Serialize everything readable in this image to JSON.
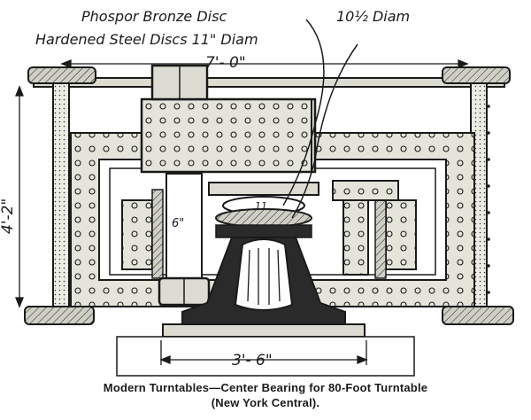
{
  "annotations": {
    "phosphor_bronze_disc": "Phospor Bronze Disc",
    "bronze_disc_diameter": "10½ Diam",
    "hardened_steel_discs": "Hardened Steel Discs 11\" Diam",
    "overall_width": "7'- 0\"",
    "overall_height": "4'-2\"",
    "pin_diameter": "6\"",
    "disc_mark": "11",
    "base_width": "3'- 6\""
  },
  "caption": {
    "line1": "Modern Turntables—Center Bearing for 80-Foot Turntable",
    "line2": "(New York Central)."
  },
  "colors": {
    "ink": "#1a1a1a",
    "paper": "#ffffff",
    "fill": "#dcdcd2"
  }
}
